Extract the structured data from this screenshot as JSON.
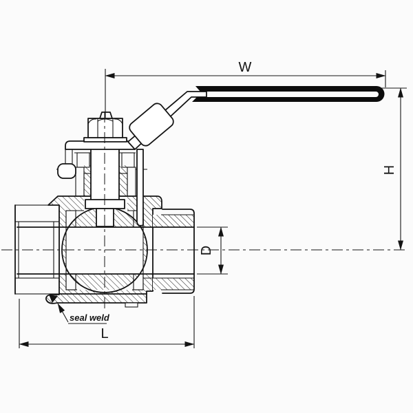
{
  "drawing": {
    "type": "technical-drawing",
    "subject": "ball valve cross-section",
    "dimension_labels": {
      "handle_reach": "W",
      "height": "H",
      "bore_diameter": "D",
      "body_length": "L"
    },
    "annotations": {
      "seal_weld": "seal weld"
    },
    "colors": {
      "ink": "#141414",
      "background": "#fbfbfb",
      "handle_fill": "#0d0d0d"
    }
  }
}
